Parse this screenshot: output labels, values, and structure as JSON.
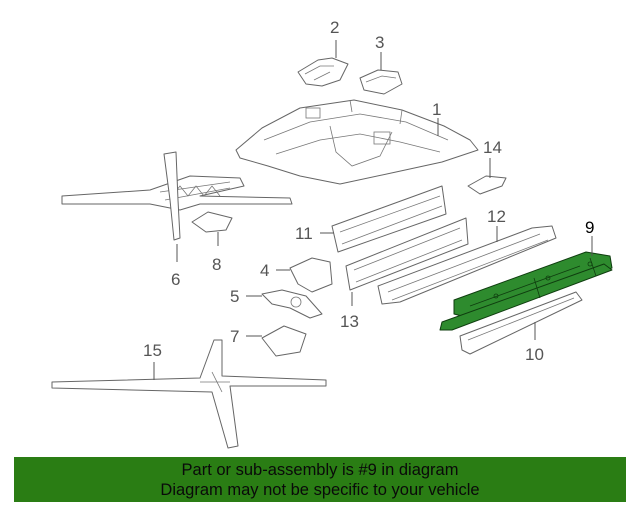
{
  "diagram": {
    "callouts": {
      "c1": "1",
      "c2": "2",
      "c3": "3",
      "c4": "4",
      "c5": "5",
      "c6": "6",
      "c7": "7",
      "c8": "8",
      "c9": "9",
      "c10": "10",
      "c11": "11",
      "c12": "12",
      "c13": "13",
      "c14": "14",
      "c15": "15"
    },
    "highlight_color": "#2e8b2e",
    "highlighted_part": "9"
  },
  "banner": {
    "line1": "Part or sub-assembly is #9 in diagram",
    "line2": "Diagram may not be specific to your vehicle",
    "background": "#2a7d14"
  }
}
